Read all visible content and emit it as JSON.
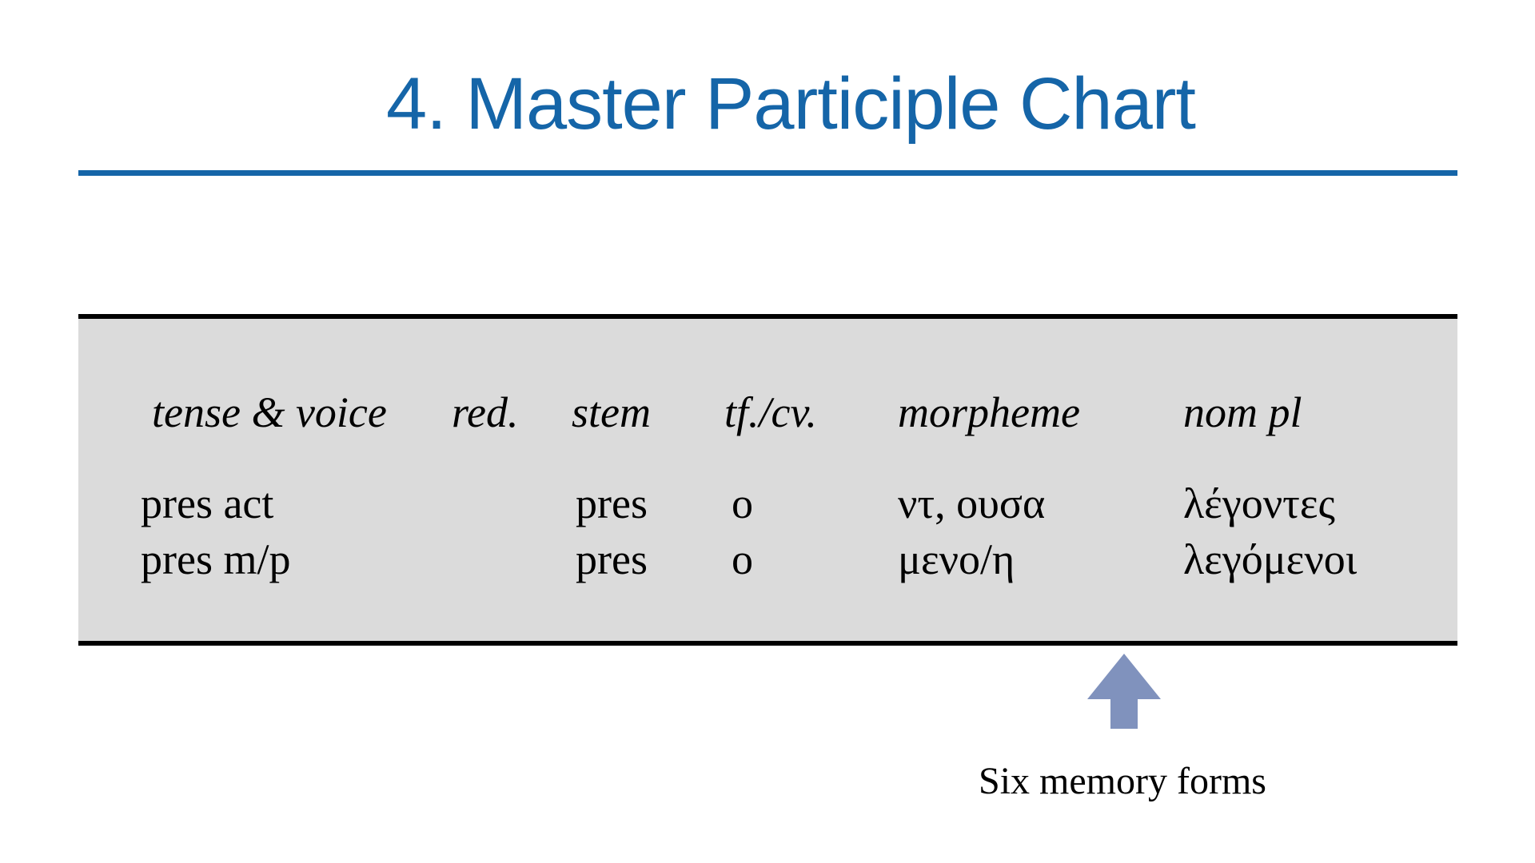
{
  "slide": {
    "title": "4. Master Participle Chart",
    "accent_color": "#1565a8",
    "table": {
      "background": "#dbdbdb",
      "headers": [
        "tense & voice",
        "red.",
        "stem",
        "tf./cv.",
        "morpheme",
        "nom pl"
      ],
      "rows": [
        [
          "pres act",
          "",
          "pres",
          "o",
          "ντ, ουσα",
          "λέγοντες"
        ],
        [
          "pres m/p",
          "",
          "pres",
          "o",
          "μενο/η",
          "λεγόμενοι"
        ]
      ]
    },
    "annotation": {
      "arrow_icon": "up-arrow",
      "arrow_color": "#8092bd",
      "label": "Six memory forms"
    }
  }
}
